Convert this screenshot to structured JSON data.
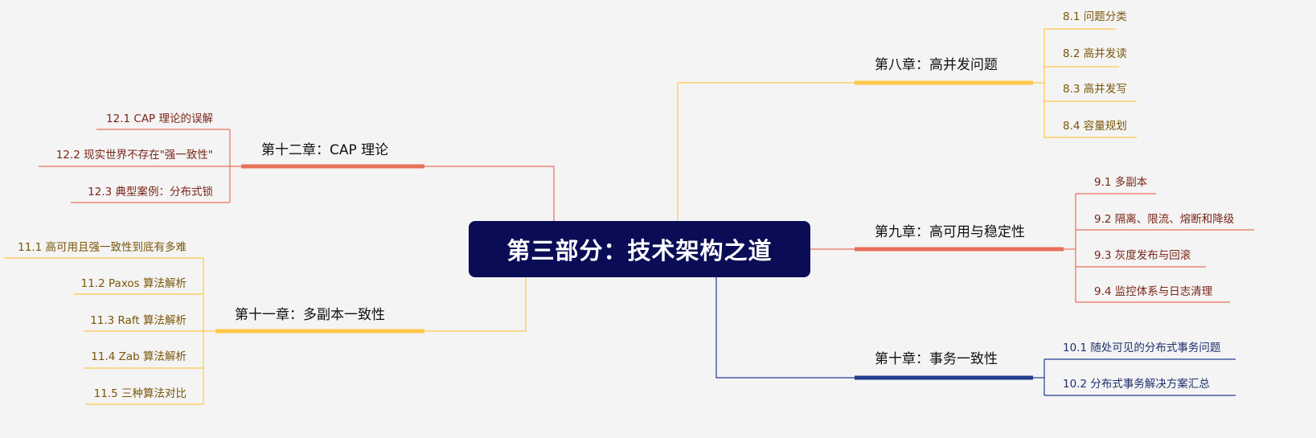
{
  "root": {
    "title": "第三部分：技术架构之道"
  },
  "colors": {
    "center": "#0a0d56",
    "yellow": "#ffc84a",
    "red": "#e8705a",
    "blue": "#1f3d8c"
  },
  "chapters": {
    "ch8": {
      "title": "第八章：高并发问题",
      "items": [
        "8.1 问题分类",
        "8.2 高并发读",
        "8.3 高并发写",
        "8.4 容量规划"
      ]
    },
    "ch9": {
      "title": "第九章：高可用与稳定性",
      "items": [
        "9.1  多副本",
        "9.2 隔离、限流、熔断和降级",
        "9.3 灰度发布与回滚",
        "9.4 监控体系与日志清理"
      ]
    },
    "ch10": {
      "title": "第十章：事务一致性",
      "items": [
        "10.1 随处可见的分布式事务问题",
        "10.2 分布式事务解决方案汇总"
      ]
    },
    "ch11": {
      "title": "第十一章：多副本一致性",
      "items": [
        "11.1 高可用且强一致性到底有多难",
        "11.2 Paxos 算法解析",
        "11.3 Raft 算法解析",
        "11.4 Zab 算法解析",
        "11.5 三种算法对比"
      ]
    },
    "ch12": {
      "title": "第十二章：CAP 理论",
      "items": [
        "12.1 CAP 理论的误解",
        "12.2 现实世界不存在\"强一致性\"",
        "12.3 典型案例：分布式锁"
      ]
    }
  }
}
